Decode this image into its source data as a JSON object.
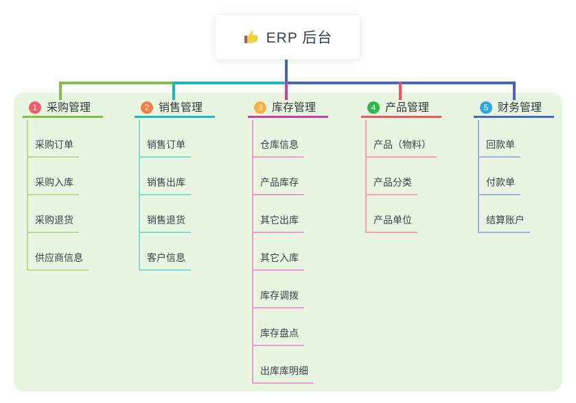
{
  "root": {
    "label": "ERP 后台",
    "icon": "thumbs-up-icon",
    "connector_color": "#4565c4",
    "card_bg": "#ffffff"
  },
  "canvas": {
    "panel_bg": "#e8f5e1",
    "page_bg": "#ffffff"
  },
  "branches": [
    {
      "badge": "1",
      "label": "采购管理",
      "badge_color": "#f25b6b",
      "line_color": "#85bf4b",
      "child_line_color": "#b9dc92",
      "children": [
        "采购订单",
        "采购入库",
        "采购退货",
        "供应商信息"
      ]
    },
    {
      "badge": "2",
      "label": "销售管理",
      "badge_color": "#f97c45",
      "line_color": "#19bcb4",
      "child_line_color": "#84d8d2",
      "children": [
        "销售订单",
        "销售出库",
        "销售退货",
        "客户信息"
      ]
    },
    {
      "badge": "3",
      "label": "库存管理",
      "badge_color": "#f9ae3d",
      "line_color": "#d23a9b",
      "child_line_color": "#ee9ccd",
      "children": [
        "仓库信息",
        "产品库存",
        "其它出库",
        "其它入库",
        "库存调拨",
        "库存盘点",
        "出库库明细"
      ]
    },
    {
      "badge": "4",
      "label": "产品管理",
      "badge_color": "#2eb850",
      "line_color": "#f2525f",
      "child_line_color": "#f7a0a8",
      "children": [
        "产品（物料）",
        "产品分类",
        "产品单位"
      ]
    },
    {
      "badge": "5",
      "label": "财务管理",
      "badge_color": "#2fa6df",
      "line_color": "#4565c4",
      "child_line_color": "#9db1dd",
      "children": [
        "回款单",
        "付款单",
        "结算账户"
      ]
    }
  ]
}
